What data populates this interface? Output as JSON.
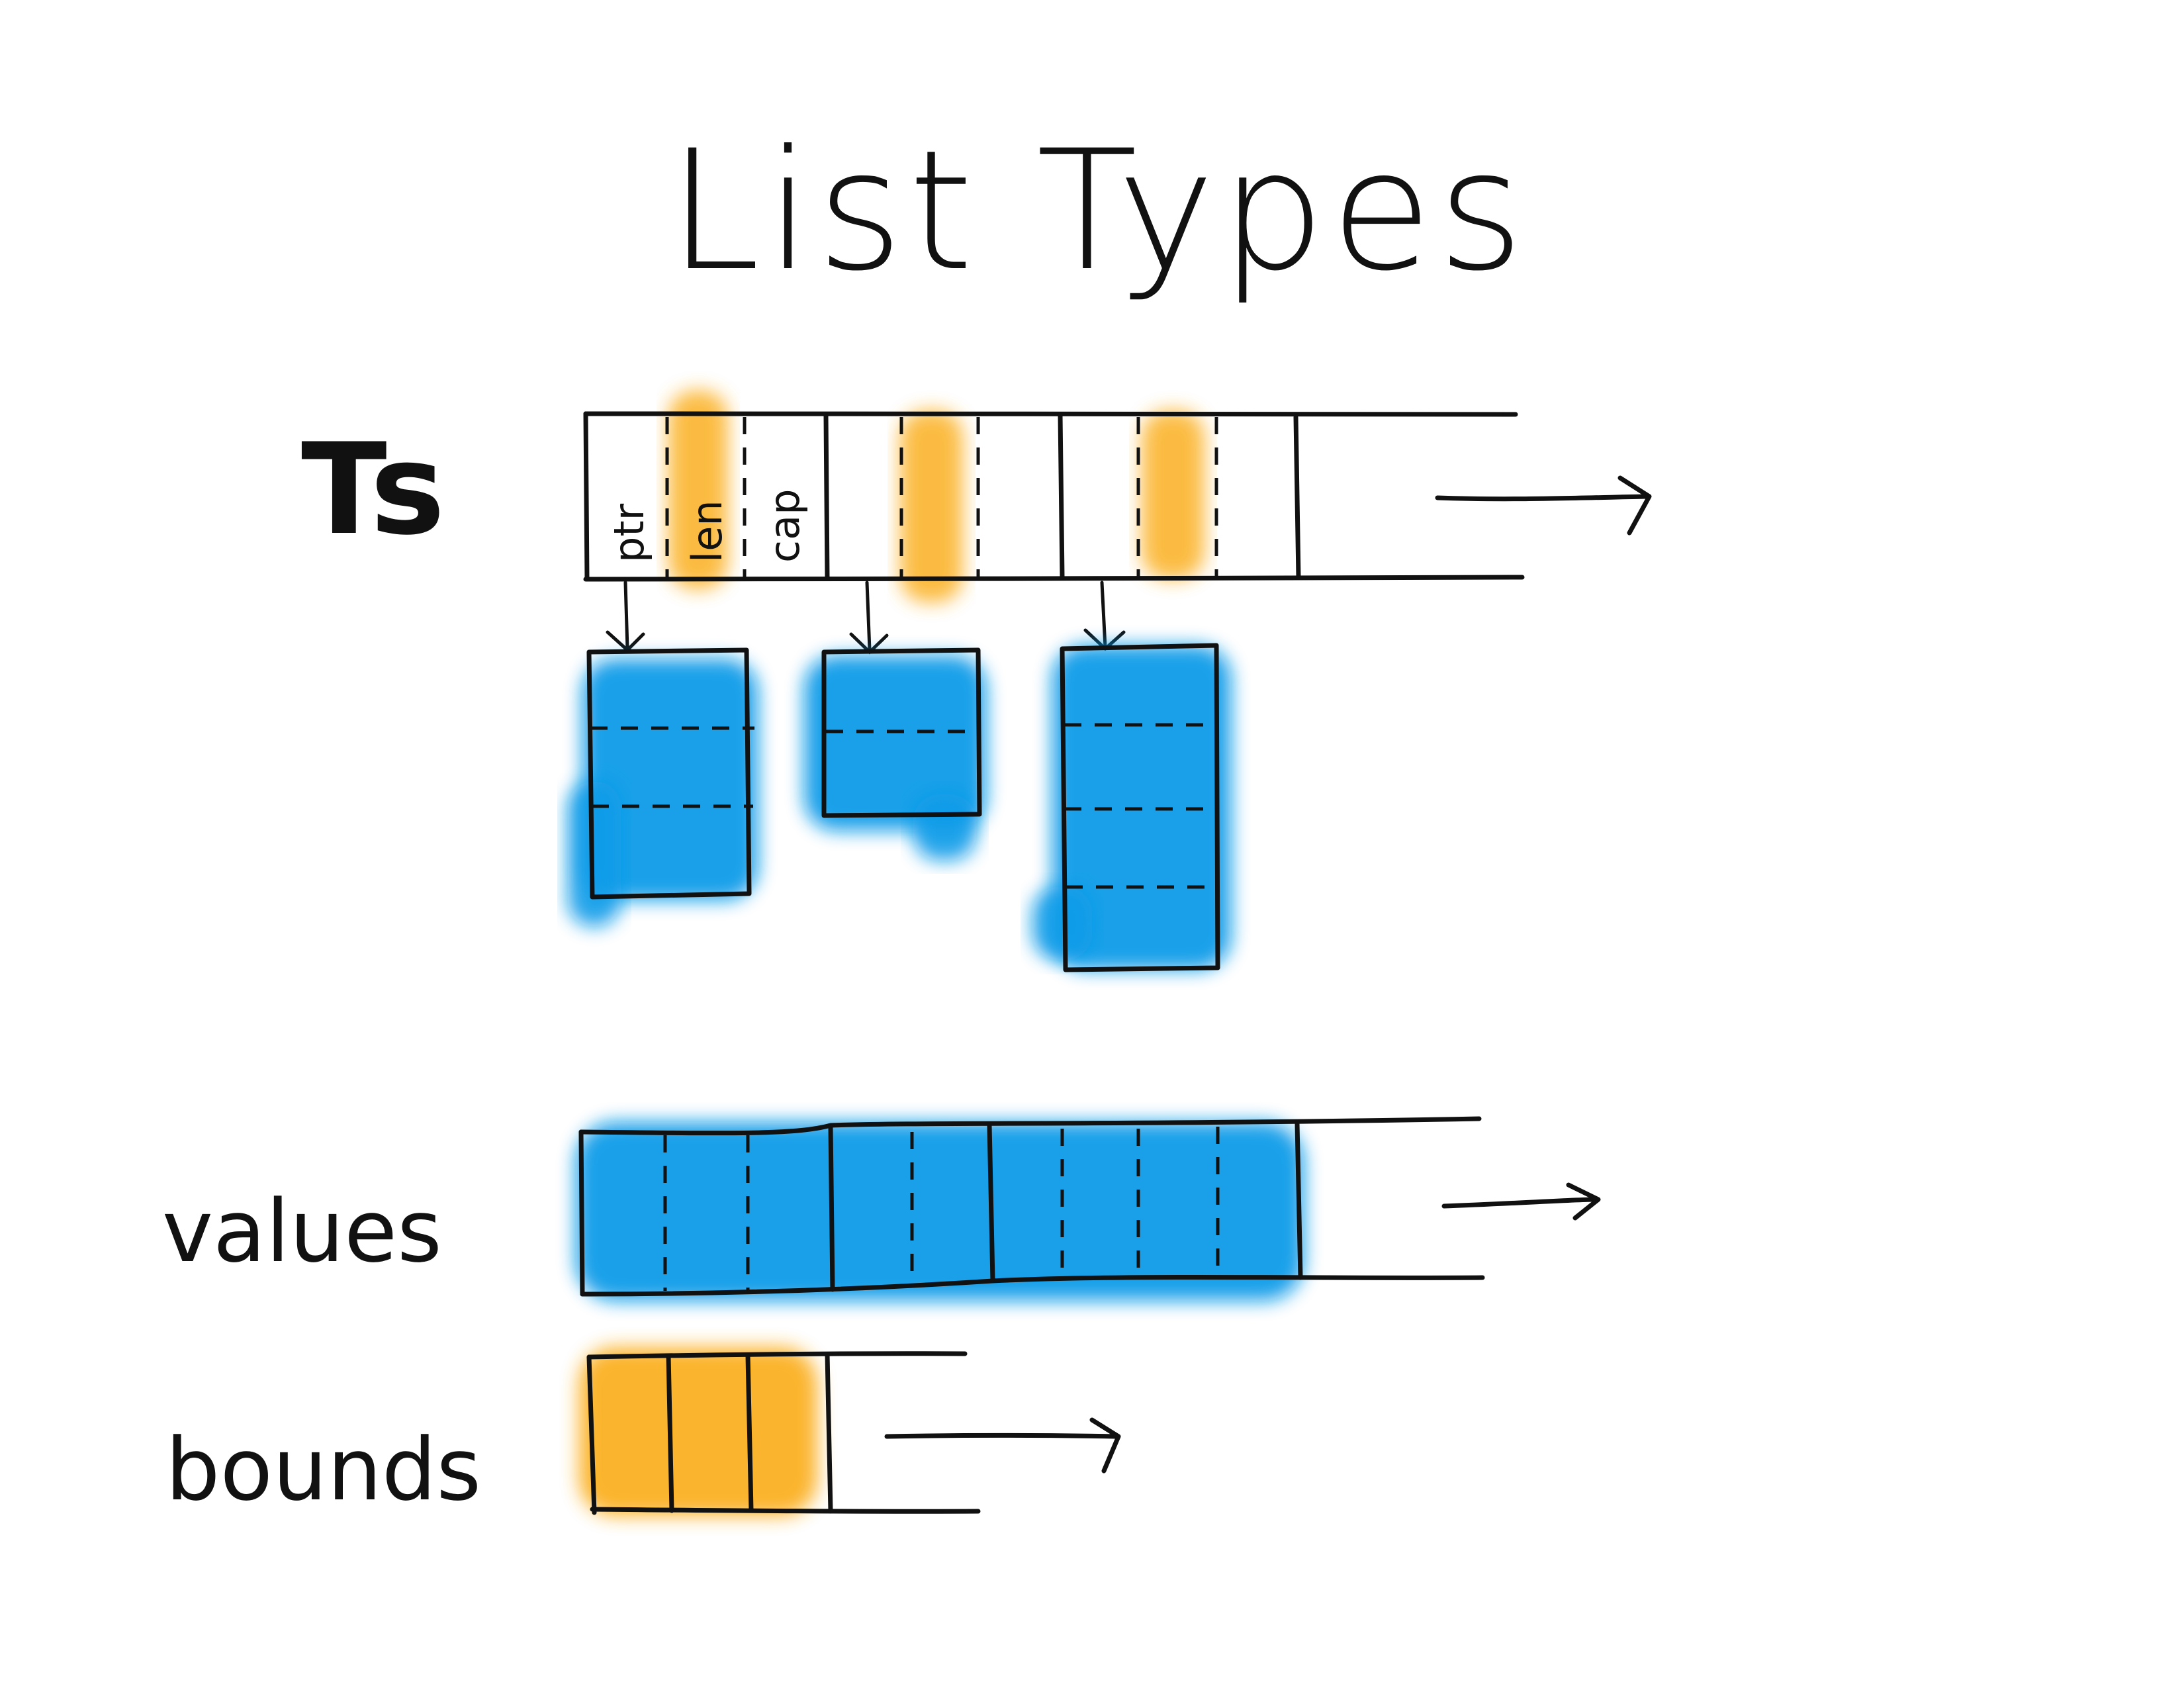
{
  "title": "List Types",
  "labels": {
    "ts": "Ts",
    "values": "values",
    "bounds": "bounds"
  },
  "fields": {
    "ptr": "ptr",
    "len": "len",
    "cap": "cap"
  },
  "colors": {
    "ink": "#111111",
    "blue": "#109be8",
    "orange": "#fbb022",
    "background": "#ffffff"
  },
  "structure": {
    "ts_fat_pointers": 3,
    "child_list_lengths": [
      3,
      2,
      4
    ],
    "values_total": 9,
    "bounds_entries": 3
  }
}
